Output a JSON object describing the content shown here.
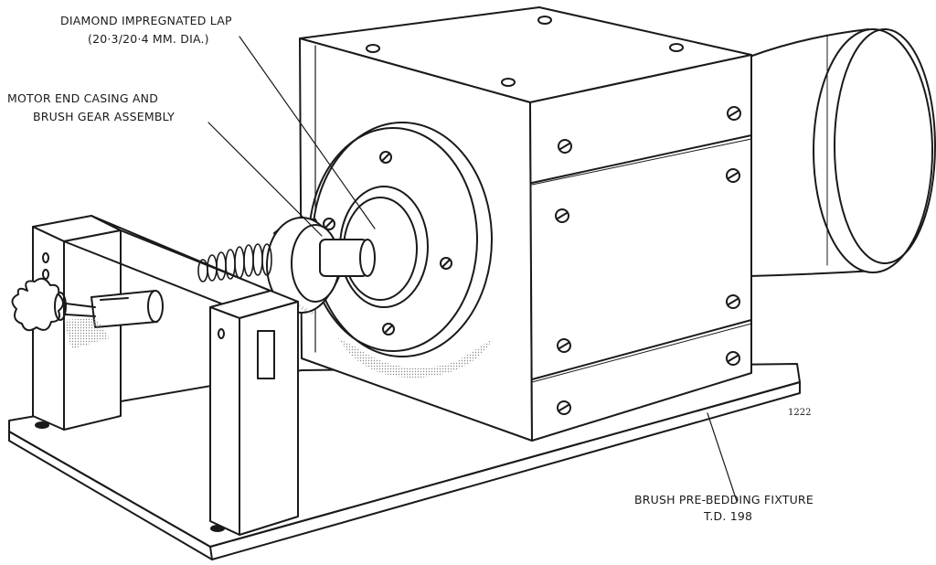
{
  "labels": {
    "lap_line1": "DIAMOND IMPREGNATED LAP",
    "lap_line2": "(20·3/20·4 MM. DIA.)",
    "motor_line1": "MOTOR END CASING AND",
    "motor_line2": "BRUSH GEAR ASSEMBLY",
    "fixture_line1": "BRUSH PRE-BEDDING FIXTURE",
    "fixture_line2": "T.D. 198",
    "figure_number": "1222"
  },
  "colors": {
    "ink": "#1a1a1a",
    "paper": "#ffffff",
    "shade": "#8a8a8a"
  }
}
